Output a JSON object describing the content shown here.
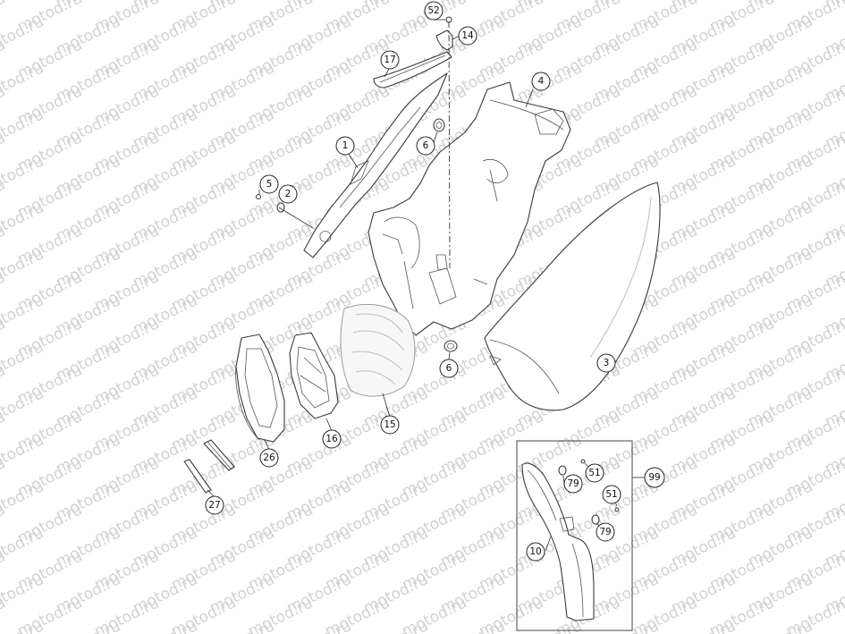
{
  "watermark": "motod.ru",
  "callouts": [
    {
      "id": "c52",
      "label": "52"
    },
    {
      "id": "c14",
      "label": "14"
    },
    {
      "id": "c17",
      "label": "17"
    },
    {
      "id": "c4",
      "label": "4"
    },
    {
      "id": "c1",
      "label": "1"
    },
    {
      "id": "c6a",
      "label": "6"
    },
    {
      "id": "c5",
      "label": "5"
    },
    {
      "id": "c2",
      "label": "2"
    },
    {
      "id": "c3",
      "label": "3"
    },
    {
      "id": "c6b",
      "label": "6"
    },
    {
      "id": "c15",
      "label": "15"
    },
    {
      "id": "c16",
      "label": "16"
    },
    {
      "id": "c26",
      "label": "26"
    },
    {
      "id": "c27",
      "label": "27"
    },
    {
      "id": "c99",
      "label": "99"
    },
    {
      "id": "c51a",
      "label": "51"
    },
    {
      "id": "c79a",
      "label": "79"
    },
    {
      "id": "c51b",
      "label": "51"
    },
    {
      "id": "c79b",
      "label": "79"
    },
    {
      "id": "c10",
      "label": "10"
    }
  ]
}
